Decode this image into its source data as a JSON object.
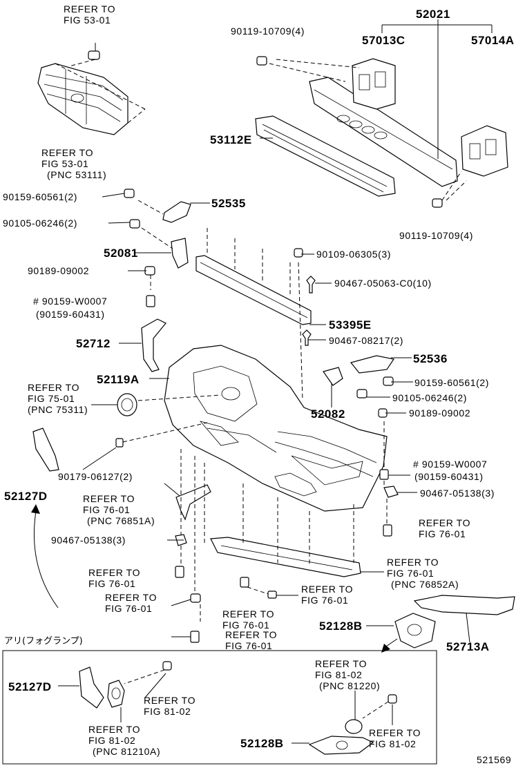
{
  "parts": {
    "p52021": "52021",
    "p57013C": "57013C",
    "p57014A": "57014A",
    "p53112E": "53112E",
    "p52535": "52535",
    "p52081": "52081",
    "p53395E": "53395E",
    "p52712": "52712",
    "p52536": "52536",
    "p52119A": "52119A",
    "p52082": "52082",
    "p52127D": "52127D",
    "p52128B": "52128B",
    "p52713A": "52713A",
    "p52127D_b": "52127D",
    "p52128B_b": "52128B"
  },
  "fasteners": {
    "f1": "90119-10709(4)",
    "f2": "90119-10709(4)",
    "f3": "90159-60561(2)",
    "f4": "90105-06246(2)",
    "f5": "90189-09002",
    "f6": "# 90159-W0007",
    "f6b": "(90159-60431)",
    "f7": "90109-06305(3)",
    "f8": "90467-05063-C0(10)",
    "f9": "90467-08217(2)",
    "f10": "90159-60561(2)",
    "f11": "90105-06246(2)",
    "f12": "90189-09002",
    "f13": "# 90159-W0007",
    "f13b": "(90159-60431)",
    "f14": "90467-05138(3)",
    "f15": "90179-06127(2)",
    "f16": "90467-05138(3)"
  },
  "refers": {
    "r1a": "REFER TO",
    "r1b": "FIG 53-01",
    "r2a": "REFER TO",
    "r2b": "FIG 53-01",
    "r2c": "(PNC 53111)",
    "r3a": "REFER TO",
    "r3b": "FIG 75-01",
    "r3c": "(PNC 75311)",
    "r4a": "REFER TO",
    "r4b": "FIG 76-01",
    "r4c": "(PNC 76851A)",
    "r5a": "REFER TO",
    "r5b": "FIG 76-01",
    "r6a": "REFER TO",
    "r6b": "FIG 76-01",
    "r7a": "REFER TO",
    "r7b": "FIG 76-01",
    "r8a": "REFER TO",
    "r8b": "FIG 76-01",
    "r8c": "(PNC 76852A)",
    "r9a": "REFER TO",
    "r9b": "FIG 76-01",
    "r10a": "REFER TO",
    "r10b": "FIG 76-01",
    "r11a": "REFER TO",
    "r11b": "FIG 76-01",
    "r12a": "REFER TO",
    "r12b": "FIG 81-02",
    "r13a": "REFER TO",
    "r13b": "FIG 81-02",
    "r13c": "(PNC 81220)",
    "r14a": "REFER TO",
    "r14b": "FIG 81-02",
    "r14c": "(PNC 81210A)",
    "r15a": "REFER TO",
    "r15b": "FIG 81-02"
  },
  "fog_caption": "アリ(フォグランプ)",
  "figure_number": "521569"
}
